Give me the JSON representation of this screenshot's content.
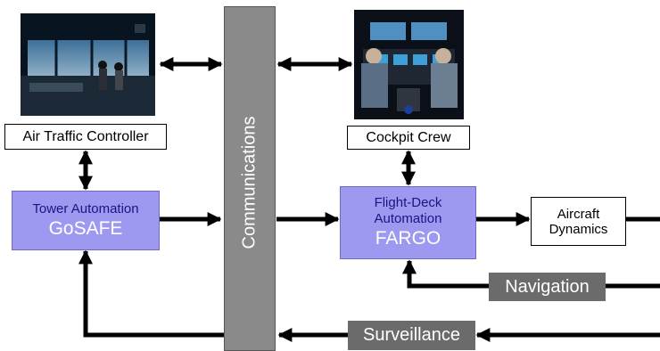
{
  "nodes": {
    "atc_label": "Air Traffic Controller",
    "cockpit_label": "Cockpit Crew",
    "tower": {
      "line1": "Tower Automation",
      "line2": "GoSAFE"
    },
    "flightdeck": {
      "line1": "Flight-Deck",
      "line2": "Automation",
      "line3": "FARGO"
    },
    "aircraft": {
      "line1": "Aircraft",
      "line2": "Dynamics"
    },
    "navigation": "Navigation",
    "surveillance": "Surveillance",
    "communications": "Communications"
  },
  "images": {
    "control_tower": "control-tower-photo",
    "cockpit": "cockpit-photo"
  },
  "colors": {
    "automation_fill": "#9e99f0",
    "automation_text": "#1a1580",
    "bar_gray": "#8a8a8a",
    "label_gray": "#6b6b6b"
  }
}
